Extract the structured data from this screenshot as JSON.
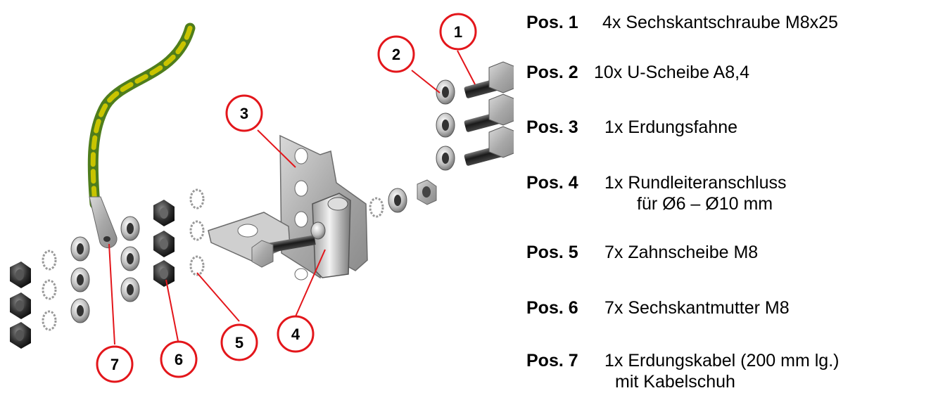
{
  "callouts": [
    "1",
    "2",
    "3",
    "4",
    "5",
    "6",
    "7"
  ],
  "parts": [
    {
      "pos": "Pos. 1",
      "desc": "4x Sechskantschraube M8x25",
      "cont": ""
    },
    {
      "pos": "Pos. 2",
      "desc": "10x U-Scheibe A8,4",
      "cont": ""
    },
    {
      "pos": "Pos. 3",
      "desc": "1x Erdungsfahne",
      "cont": ""
    },
    {
      "pos": "Pos. 4",
      "desc": "1x Rundleiteranschluss",
      "cont": "für Ø6 – Ø10 mm"
    },
    {
      "pos": "Pos. 5",
      "desc": "7x Zahnscheibe M8",
      "cont": ""
    },
    {
      "pos": "Pos. 6",
      "desc": "7x Sechskantmutter M8",
      "cont": ""
    },
    {
      "pos": "Pos. 7",
      "desc": "1x Erdungskabel (200 mm lg.)",
      "cont": "mit Kabelschuh"
    }
  ],
  "colors": {
    "callout": "#e3161b",
    "metal": "#c8c8c8",
    "metal_dark": "#2a2a2a",
    "cable_green": "#6aa329",
    "cable_yellow": "#d8d200"
  }
}
